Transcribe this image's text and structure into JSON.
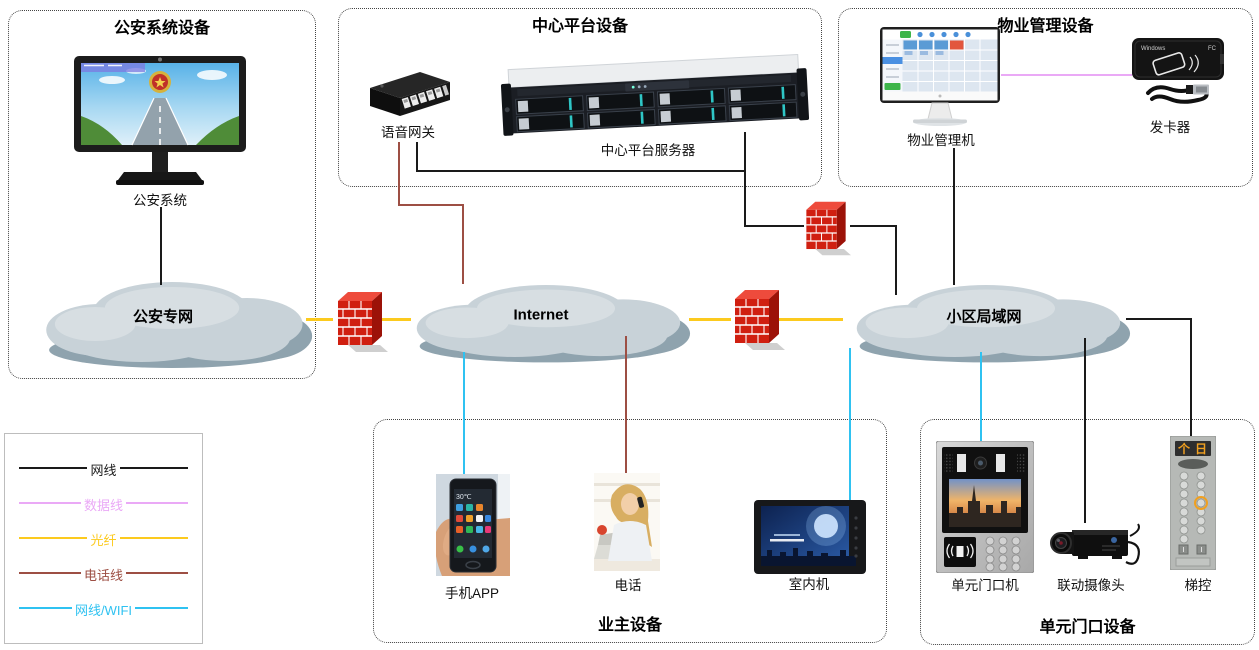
{
  "groups": {
    "police_box": {
      "title": "公安系统设备"
    },
    "center_box": {
      "title": "中心平台设备"
    },
    "property_box": {
      "title": "物业管理设备"
    },
    "owner_box": {
      "title": "业主设备"
    },
    "unit_box": {
      "title": "单元门口设备"
    }
  },
  "clouds": {
    "police_net": {
      "label": "公安专网"
    },
    "internet": {
      "label": "Internet"
    },
    "community_lan": {
      "label": "小区局域网"
    }
  },
  "devices": {
    "police_system": {
      "label": "公安系统"
    },
    "voice_gateway": {
      "label": "语音网关"
    },
    "center_server": {
      "label": "中心平台服务器"
    },
    "property_manager": {
      "label": "物业管理机"
    },
    "card_issuer": {
      "label": "发卡器",
      "mark_left": "Windows",
      "mark_right": "FC"
    },
    "mobile_app": {
      "label": "手机APP",
      "screen_temp": "30℃"
    },
    "telephone": {
      "label": "电话"
    },
    "indoor_unit": {
      "label": "室内机"
    },
    "door_station": {
      "label": "单元门口机"
    },
    "linked_camera": {
      "label": "联动摄像头"
    },
    "elevator_control": {
      "label": "梯控",
      "display_up": "个",
      "display_floor": "日"
    }
  },
  "legend": {
    "items": [
      {
        "label": "网线",
        "color": "#1a1a1a"
      },
      {
        "label": "数据线",
        "color": "#eaa9f6"
      },
      {
        "label": "光纤",
        "color": "#fcca1e"
      },
      {
        "label": "电话线",
        "color": "#9d4f44"
      },
      {
        "label": "网线/WIFI",
        "color": "#2fc2f1"
      }
    ]
  },
  "colors": {
    "net_cable": "#1a1a1a",
    "data_cable": "#eaa9f6",
    "fiber": "#fcca1e",
    "phone_cable": "#9d4f44",
    "wifi_cable": "#2fc2f1",
    "cloud_fill": "#c8d2d8",
    "cloud_shadow": "#8fa3ae",
    "firewall_red": "#d01f10"
  }
}
